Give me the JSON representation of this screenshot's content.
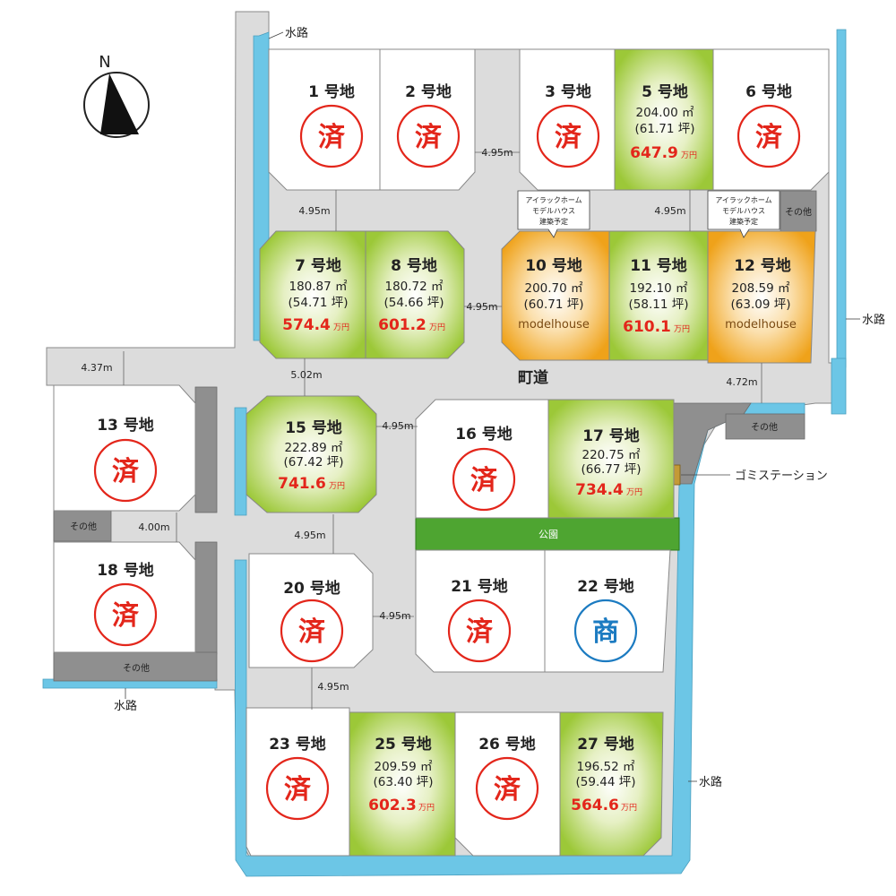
{
  "compass": {
    "label": "N"
  },
  "roads": {
    "main_road": "町道",
    "widths": {
      "w_top_mid": "4.95m",
      "w_left_h": "4.95m",
      "w_right_h": "4.95m",
      "w_center_v": "4.95m",
      "w_west_437": "4.37m",
      "w_502": "5.02m",
      "w_472": "4.72m",
      "w_15_16": "4.95m",
      "w_400": "4.00m",
      "w_lower_v": "4.95m",
      "w_20_21": "4.95m",
      "w_bottom": "4.95m"
    }
  },
  "waterways": {
    "top": "水路",
    "right": "水路",
    "bottom_left": "水路",
    "bottom_right": "水路"
  },
  "misc": {
    "sonota_a": "その他",
    "sonota_b": "その他",
    "sonota_c": "その他",
    "sonota_d": "その他",
    "park": "公園",
    "garbage": "ゴミステーション"
  },
  "callouts": {
    "c10": [
      "アイラックホーム",
      "モデルハウス",
      "建築予定"
    ],
    "c12": [
      "アイラックホーム",
      "モデルハウス",
      "建築予定"
    ]
  },
  "status_marks": {
    "sold": "済",
    "negotiating": "商"
  },
  "lots": {
    "l1": {
      "name": "1 号地"
    },
    "l2": {
      "name": "2 号地"
    },
    "l3": {
      "name": "3 号地"
    },
    "l5": {
      "name": "5 号地",
      "area_m2": "204.00 ㎡",
      "area_tsubo": "(61.71 坪)",
      "price": "647.9",
      "unit": "万円"
    },
    "l6": {
      "name": "6 号地"
    },
    "l7": {
      "name": "7 号地",
      "area_m2": "180.87 ㎡",
      "area_tsubo": "(54.71 坪)",
      "price": "574.4",
      "unit": "万円"
    },
    "l8": {
      "name": "8 号地",
      "area_m2": "180.72 ㎡",
      "area_tsubo": "(54.66 坪)",
      "price": "601.2",
      "unit": "万円"
    },
    "l10": {
      "name": "10 号地",
      "area_m2": "200.70 ㎡",
      "area_tsubo": "(60.71 坪)",
      "note": "modelhouse"
    },
    "l11": {
      "name": "11 号地",
      "area_m2": "192.10 ㎡",
      "area_tsubo": "(58.11 坪)",
      "price": "610.1",
      "unit": "万円"
    },
    "l12": {
      "name": "12 号地",
      "area_m2": "208.59 ㎡",
      "area_tsubo": "(63.09 坪)",
      "note": "modelhouse"
    },
    "l13": {
      "name": "13 号地"
    },
    "l15": {
      "name": "15 号地",
      "area_m2": "222.89 ㎡",
      "area_tsubo": "(67.42 坪)",
      "price": "741.6",
      "unit": "万円"
    },
    "l16": {
      "name": "16 号地"
    },
    "l17": {
      "name": "17 号地",
      "area_m2": "220.75 ㎡",
      "area_tsubo": "(66.77 坪)",
      "price": "734.4",
      "unit": "万円"
    },
    "l18": {
      "name": "18 号地"
    },
    "l20": {
      "name": "20 号地"
    },
    "l21": {
      "name": "21 号地"
    },
    "l22": {
      "name": "22 号地"
    },
    "l23": {
      "name": "23 号地"
    },
    "l25": {
      "name": "25 号地",
      "area_m2": "209.59 ㎡",
      "area_tsubo": "(63.40 坪)",
      "price": "602.3",
      "unit": "万円"
    },
    "l26": {
      "name": "26 号地"
    },
    "l27": {
      "name": "27 号地",
      "area_m2": "196.52 ㎡",
      "area_tsubo": "(59.44 坪)",
      "price": "564.6",
      "unit": "万円"
    }
  },
  "colors": {
    "road": "#dcdcdc",
    "lot_sold": "#ffffff",
    "lot_for_sale": "#a8cd3c",
    "lot_modelhouse": "#f0a51e",
    "other_area": "#8f8f8f",
    "park": "#4ea531",
    "water": "#6cc6e6",
    "sold_mark": "#e3261b",
    "nego_mark": "#1c7bc1"
  }
}
